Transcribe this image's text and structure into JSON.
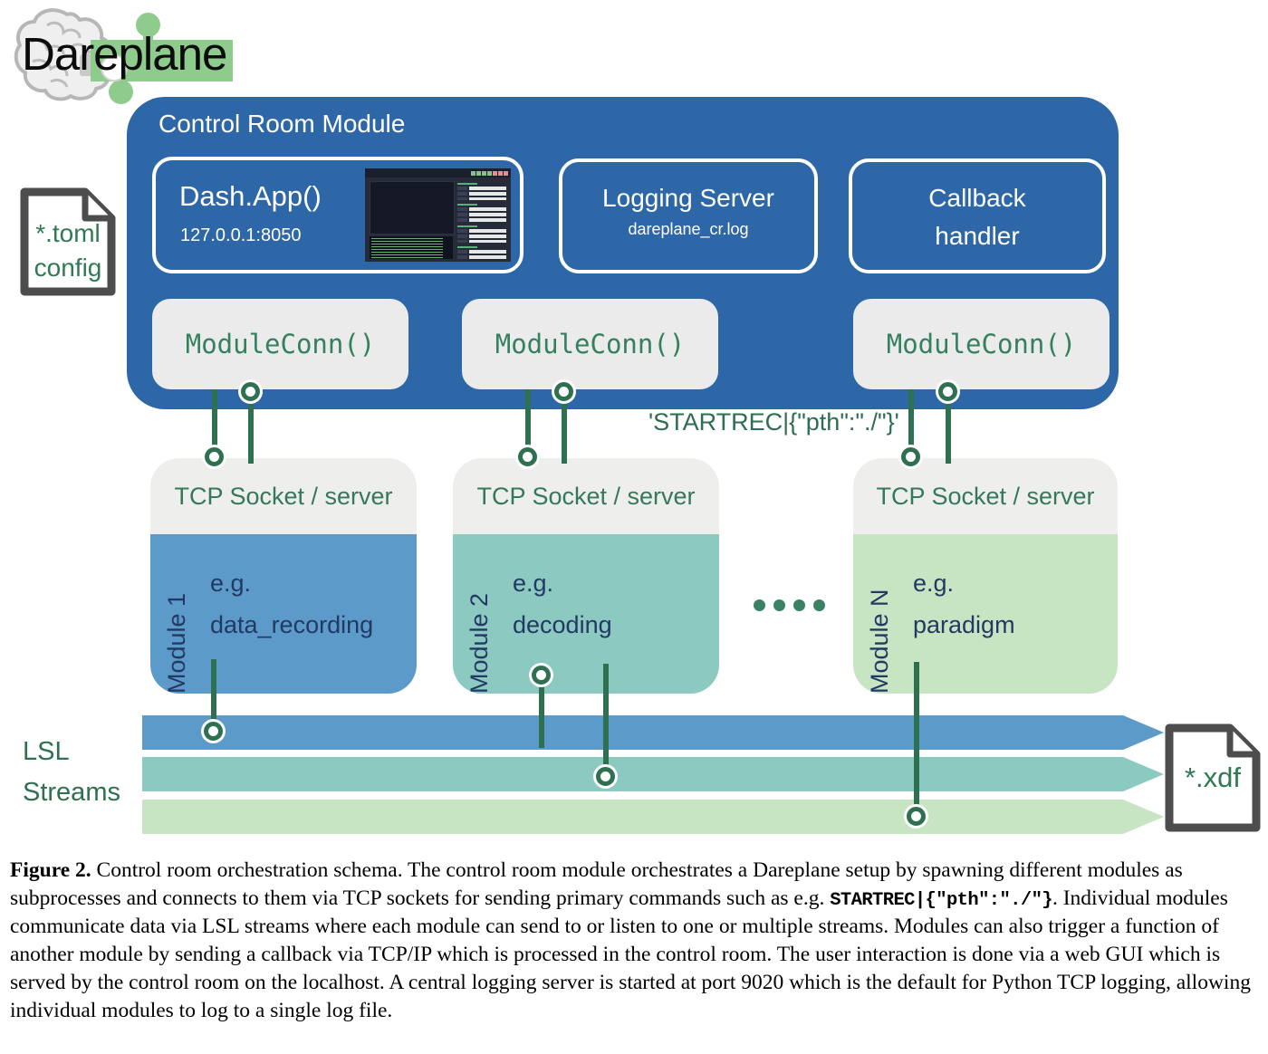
{
  "logo": {
    "wordmark": "Dareplane"
  },
  "toml_icon": {
    "line1": "*.toml",
    "line2": "config"
  },
  "control_room": {
    "title": "Control Room Module",
    "dash_app": {
      "title": "Dash.App()",
      "address": "127.0.0.1:8050"
    },
    "logging_server": {
      "title": "Logging Server",
      "subtitle": "dareplane_cr.log"
    },
    "callback_handler": {
      "title": "Callback handler"
    },
    "module_conns": [
      {
        "label": "ModuleConn()"
      },
      {
        "label": "ModuleConn()"
      },
      {
        "label": "ModuleConn()"
      }
    ]
  },
  "command_label": "'STARTREC|{\"pth\":\"./\"}'",
  "modules": [
    {
      "socket_label": "TCP Socket / server",
      "name": "Module 1",
      "example_prefix": "e.g.",
      "example": "data_recording",
      "color": "#5b9ac9"
    },
    {
      "socket_label": "TCP Socket / server",
      "name": "Module 2",
      "example_prefix": "e.g.",
      "example": "decoding",
      "color": "#8bc9c1"
    },
    {
      "socket_label": "TCP Socket / server",
      "name": "Module N",
      "example_prefix": "e.g.",
      "example": "paradigm",
      "color": "#c7e5c2"
    }
  ],
  "lsl": {
    "label_line1": "LSL",
    "label_line2": "Streams",
    "stream_colors": [
      "#5b9ac9",
      "#8bc9c1",
      "#c7e5c2"
    ]
  },
  "xdf_icon": {
    "label": "*.xdf"
  },
  "colors": {
    "container_blue": "#2e67a7",
    "connector_green": "#2f7050",
    "text_green": "#35795a",
    "text_navy": "#223a63",
    "box_gray": "#ebebeb",
    "logo_green": "#8ecb8d"
  },
  "caption": {
    "figure_label": "Figure 2.",
    "text_before_code": " Control room orchestration schema. The control room module orchestrates a Dareplane setup by spawning different modules as subprocesses and connects to them via TCP sockets for sending primary commands such as e.g. ",
    "code": "STARTREC|{\"pth\":\"./\"}",
    "text_after_code": ". Individual modules communicate data via LSL streams where each module can send to or listen to one or multiple streams. Modules can also trigger a function of another module by sending a callback via TCP/IP which is processed in the control room. The user interaction is done via a web GUI which is served by the control room on the localhost. A central logging server is started at port 9020 which is the default for Python TCP logging, allowing individual modules to log to a single log file."
  }
}
